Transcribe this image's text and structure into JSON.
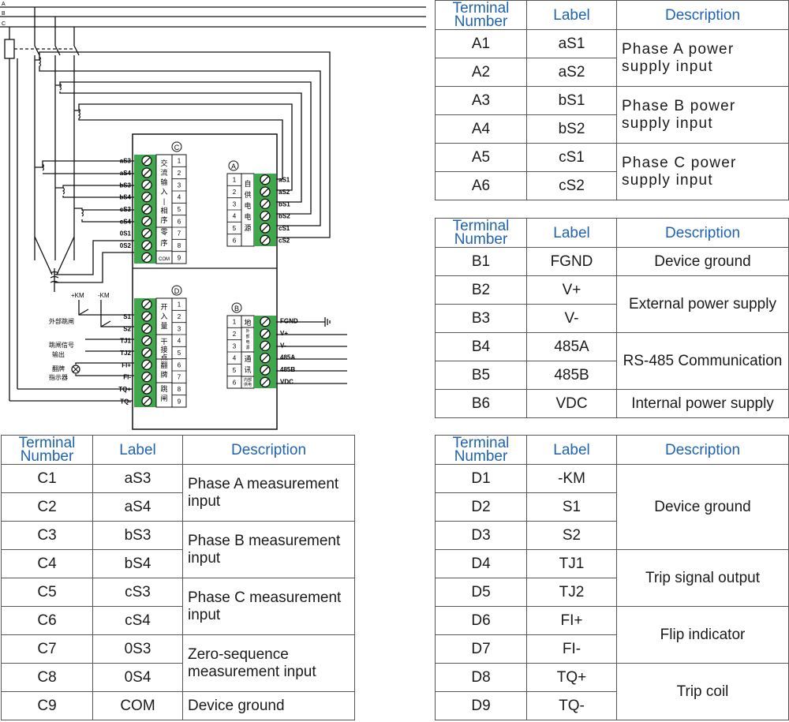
{
  "headers": {
    "terminal": "Terminal Number",
    "label": "Label",
    "description": "Description"
  },
  "tables": {
    "A": [
      {
        "num": "A1",
        "label": "aS1"
      },
      {
        "num": "A2",
        "label": "aS2"
      },
      {
        "num": "A3",
        "label": "bS1"
      },
      {
        "num": "A4",
        "label": "bS2"
      },
      {
        "num": "A5",
        "label": "cS1"
      },
      {
        "num": "A6",
        "label": "cS2"
      }
    ],
    "A_desc": [
      "Phase A power supply input",
      "Phase B power supply input",
      "Phase C power supply input"
    ],
    "B": [
      {
        "num": "B1",
        "label": "FGND"
      },
      {
        "num": "B2",
        "label": "V+"
      },
      {
        "num": "B3",
        "label": "V-"
      },
      {
        "num": "B4",
        "label": "485A"
      },
      {
        "num": "B5",
        "label": "485B"
      },
      {
        "num": "B6",
        "label": "VDC"
      }
    ],
    "B_desc": [
      "Device ground",
      "External power supply",
      "RS-485 Communication",
      "Internal power supply"
    ],
    "C": [
      {
        "num": "C1",
        "label": "aS3"
      },
      {
        "num": "C2",
        "label": "aS4"
      },
      {
        "num": "C3",
        "label": "bS3"
      },
      {
        "num": "C4",
        "label": "bS4"
      },
      {
        "num": "C5",
        "label": "cS3"
      },
      {
        "num": "C6",
        "label": "cS4"
      },
      {
        "num": "C7",
        "label": "0S3"
      },
      {
        "num": "C8",
        "label": "0S4"
      },
      {
        "num": "C9",
        "label": "COM"
      }
    ],
    "C_desc": [
      "Phase A measurement input",
      "Phase B measurement input",
      "Phase C measurement input",
      "Zero-sequence measurement input",
      "Device ground"
    ],
    "D": [
      {
        "num": "D1",
        "label": "-KM"
      },
      {
        "num": "D2",
        "label": "S1"
      },
      {
        "num": "D3",
        "label": "S2"
      },
      {
        "num": "D4",
        "label": "TJ1"
      },
      {
        "num": "D5",
        "label": "TJ2"
      },
      {
        "num": "D6",
        "label": "FI+"
      },
      {
        "num": "D7",
        "label": "FI-"
      },
      {
        "num": "D8",
        "label": "TQ+"
      },
      {
        "num": "D9",
        "label": "TQ-"
      }
    ],
    "D_desc": [
      "Device ground",
      "Trip signal output",
      "Flip indicator",
      "Trip coil"
    ]
  },
  "diagram": {
    "phases": [
      "A",
      "B",
      "C"
    ],
    "blocks": {
      "A": "A",
      "B": "B",
      "C": "C",
      "D": "D"
    },
    "block_c": {
      "labels": [
        "aS3",
        "aS4",
        "bS3",
        "bS4",
        "cS3",
        "cS4",
        "0S1",
        "0S2"
      ],
      "pins": [
        "1",
        "2",
        "3",
        "4",
        "5",
        "6",
        "7",
        "8",
        "9"
      ],
      "group1": [
        "交",
        "流",
        "输",
        "入",
        "|",
        "相",
        "序"
      ],
      "group2": [
        "零",
        "序"
      ],
      "com": "COM"
    },
    "block_a": {
      "labels": [
        "aS1",
        "aS2",
        "bS1",
        "bS2",
        "cS1",
        "cS2"
      ],
      "pins": [
        "1",
        "2",
        "3",
        "4",
        "5",
        "6"
      ],
      "group": [
        "自",
        "供",
        "电",
        "电",
        "源"
      ]
    },
    "block_d": {
      "labels": [
        "S1",
        "S2",
        "TJ1",
        "TJ2",
        "FI+",
        "FI-",
        "TQ+",
        "TQ-"
      ],
      "pins": [
        "1",
        "2",
        "3",
        "4",
        "5",
        "6",
        "7",
        "8",
        "9"
      ],
      "group1": [
        "开",
        "入",
        "量"
      ],
      "group2": [
        "干",
        "接",
        "点"
      ],
      "group3": [
        "翻",
        "牌"
      ],
      "group4": [
        "跳",
        "闸"
      ]
    },
    "block_b": {
      "labels": [
        "FGND",
        "V+",
        "V-",
        "485A",
        "485B",
        "VDC"
      ],
      "pins": [
        "1",
        "2",
        "3",
        "4",
        "5",
        "6"
      ],
      "g_ground": "地",
      "g_ext": [
        "外",
        "部",
        "电",
        "源"
      ],
      "g_comm": [
        "通",
        "讯"
      ],
      "g_int": [
        "内部",
        "供电"
      ]
    },
    "side": {
      "pkm": "+KM",
      "nkm": "-KM",
      "ext_trip": "外部跳闸",
      "trip_sig": [
        "跳闸信号",
        "输出"
      ],
      "flip": [
        "翻牌",
        "指示器"
      ]
    }
  }
}
